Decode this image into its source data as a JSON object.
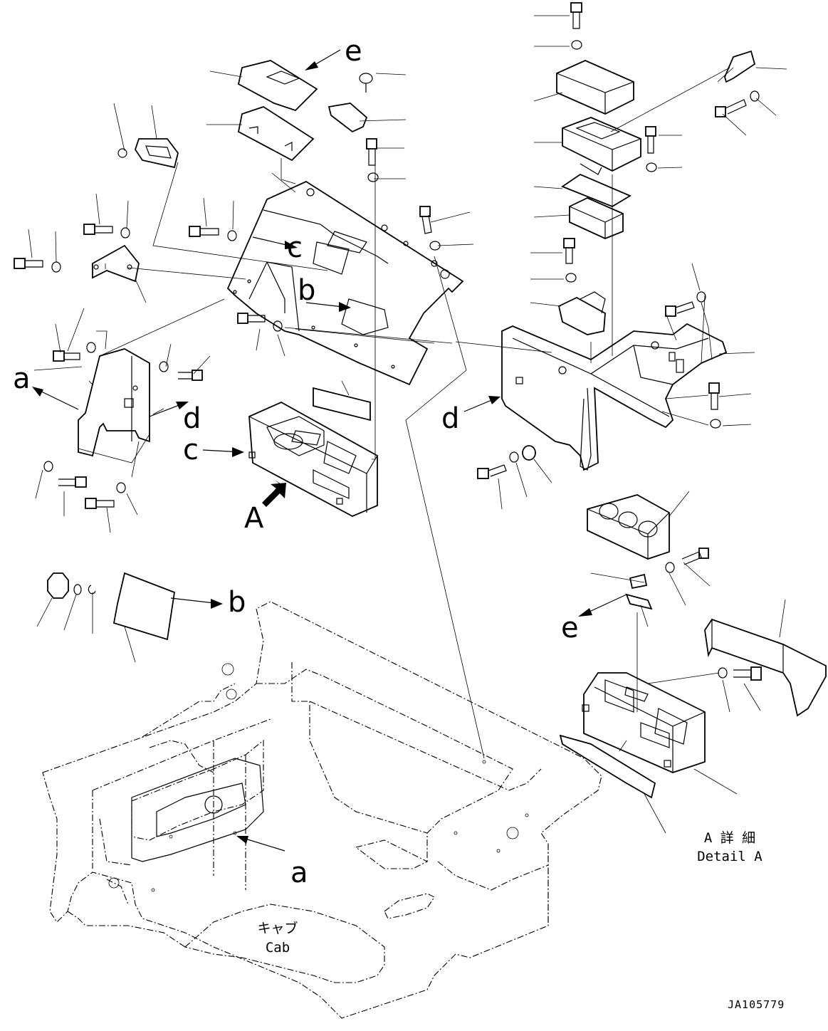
{
  "callouts": {
    "e_top": "e",
    "c_upper": "c",
    "b_upper": "b",
    "a_left": "a",
    "d_left": "d",
    "c_lower": "c",
    "view_A": "A",
    "d_right": "d",
    "b_lower": "b",
    "e_lower": "e",
    "a_cab": "a"
  },
  "detail_caption": {
    "jp": "A 詳 細",
    "en": "Detail A"
  },
  "cab_caption": {
    "jp": "キャブ",
    "en": "Cab"
  },
  "drawing_code": "JA105779"
}
